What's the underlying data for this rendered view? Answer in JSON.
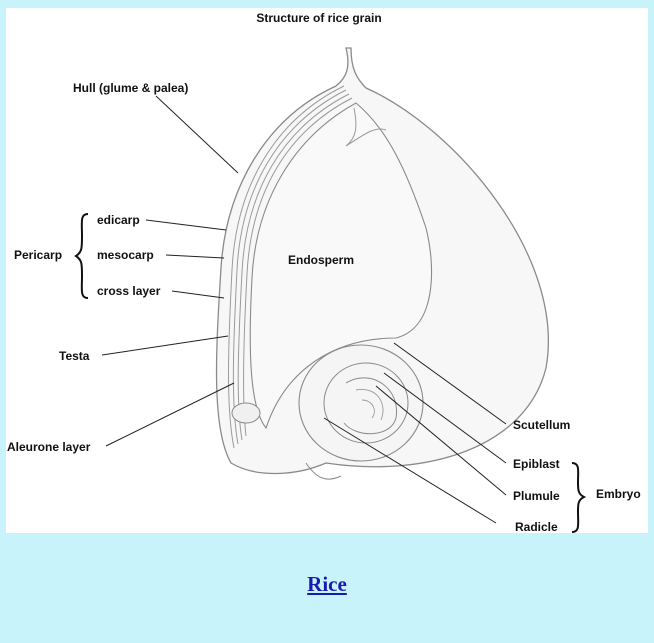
{
  "diagram": {
    "title": "Structure of rice grain",
    "labels": {
      "hull": "Hull (glume & palea)",
      "edicarp": "edicarp",
      "mesocarp": "mesocarp",
      "cross_layer": "cross layer",
      "pericarp": "Pericarp",
      "testa": "Testa",
      "aleurone": "Aleurone layer",
      "endosperm": "Endosperm",
      "scutellum": "Scutellum",
      "epiblast": "Epiblast",
      "plumule": "Plumule",
      "radicle": "Radicle",
      "embryo": "Embryo"
    }
  },
  "caption": {
    "link_text": "Rice"
  },
  "colors": {
    "background": "#c9f3fb",
    "figure_bg": "#ffffff",
    "link": "#1a1ab0",
    "outline": "#8a8a8a"
  }
}
